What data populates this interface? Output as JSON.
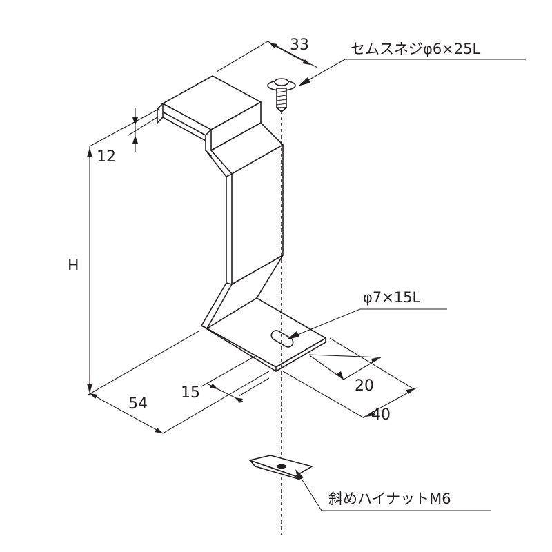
{
  "dimensions": {
    "d33": "33",
    "d12": "12",
    "dH": "H",
    "d54": "54",
    "d15": "15",
    "d20": "20",
    "d40": "40"
  },
  "callouts": {
    "screw": "セムスネジφ6×25L",
    "hole": "φ7×15L",
    "nut": "斜めハイナットM6"
  }
}
